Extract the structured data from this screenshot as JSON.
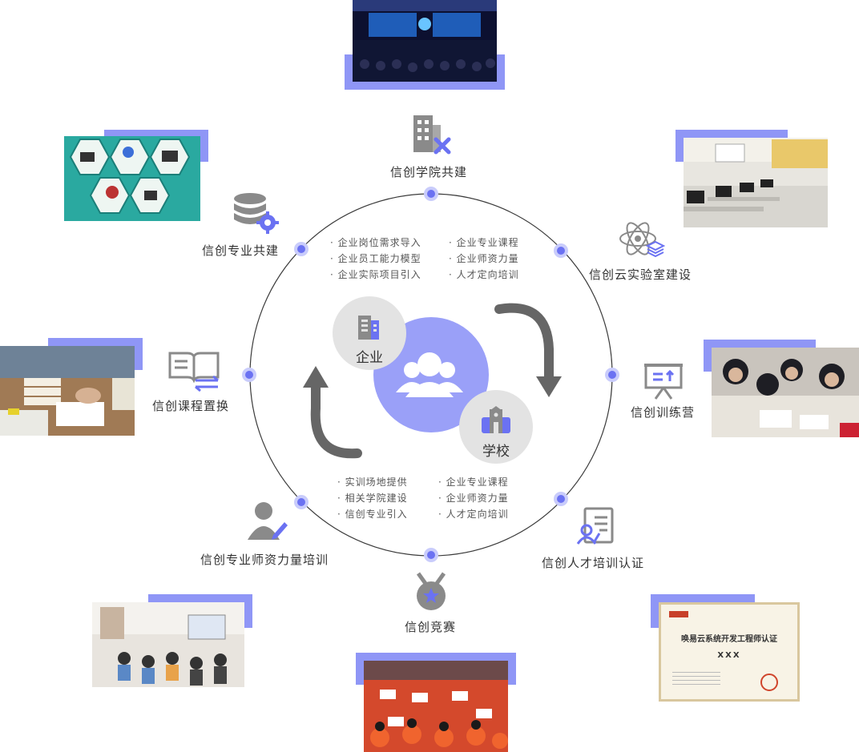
{
  "center": {
    "enterprise_label": "企业",
    "school_label": "学校"
  },
  "nodes": {
    "academy": "信创学院共建",
    "lab": "信创云实验室建设",
    "training_camp": "信创训练营",
    "certification": "信创人才培训认证",
    "competition": "信创竞赛",
    "teacher_training": "信创专业师资力量培训",
    "course_exchange": "信创课程置换",
    "major": "信创专业共建"
  },
  "top_bullets_left": [
    "· 企业岗位需求导入",
    "· 企业员工能力模型",
    "· 企业实际项目引入"
  ],
  "top_bullets_right": [
    "· 企业专业课程",
    "· 企业师资力量",
    "· 人才定向培训"
  ],
  "bottom_bullets_left": [
    "· 实训场地提供",
    "· 相关学院建设",
    "· 信创专业引入"
  ],
  "bottom_bullets_right": [
    "· 企业专业课程",
    "· 企业师资力量",
    "· 人才定向培训"
  ],
  "certificate": {
    "title": "唤易云系统开发工程师认证",
    "name": "XXX"
  },
  "colors": {
    "accent": "#6b72f2",
    "accent_light": "#9aa0f8",
    "icon_gray": "#8a8a8a",
    "arrow_gray": "#666666",
    "badge_gray": "#e3e3e3"
  }
}
